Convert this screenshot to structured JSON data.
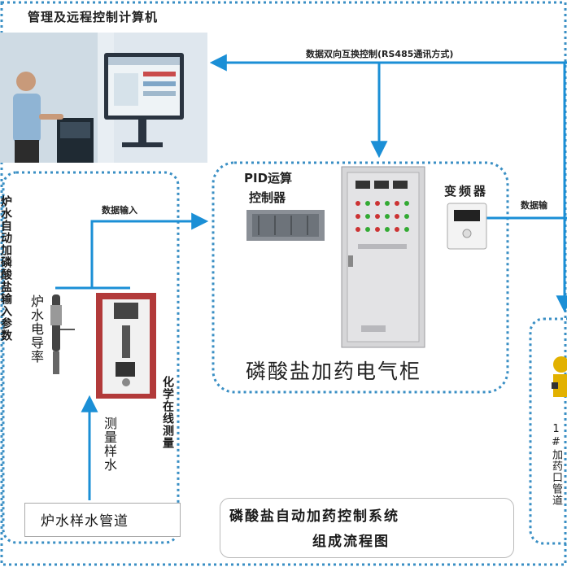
{
  "title": "管理及远程控制计算机",
  "data_bidirectional": "数据双向互换控制(RS485通讯方式)",
  "data_input_left": "数据输入",
  "data_input_right": "数据输",
  "pid_line1": "PID运算",
  "pid_line2": "控制器",
  "inverter": "变频器",
  "cabinet_title": "磷酸盐加药电气柜",
  "left_vertical": "炉水自动加磷酸盐输入参数",
  "conductivity": "炉水电导率",
  "measure_sample": "测量样水",
  "chem_online": "化学在线测量",
  "sample_pipe": "炉水样水管道",
  "dosing_pipe": "1#加药口管道",
  "caption_line1": "磷酸盐自动加药控制系统",
  "caption_line2": "组成流程图",
  "colors": {
    "flow_blue": "#1b8fd6",
    "dashed_border": "#3a8fc4",
    "cabinet_gray": "#d6d6d8",
    "analyzer_red": "#b23a3a"
  }
}
